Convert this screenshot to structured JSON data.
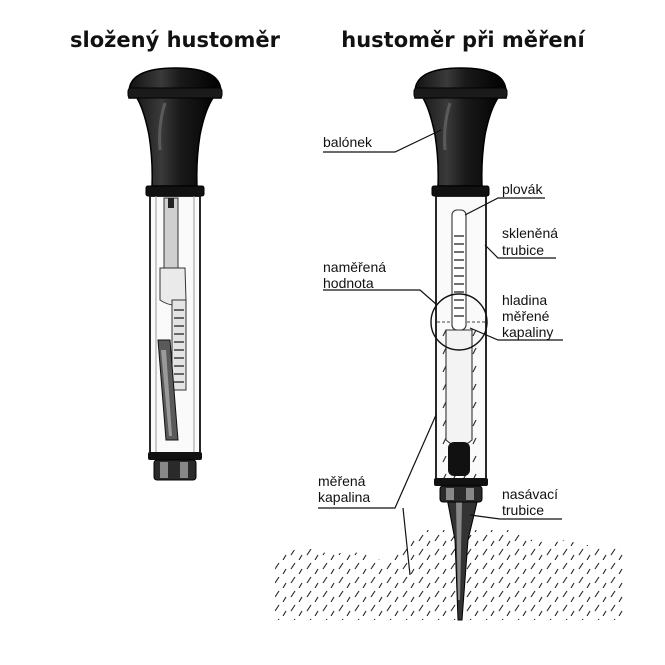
{
  "titles": {
    "left": "složený hustoměr",
    "right": "hustoměr při měření"
  },
  "labels": {
    "balonek": "balónek",
    "plovak": "plovák",
    "sklenena_1": "skleněná",
    "sklenena_2": "trubice",
    "namerena_1": "naměřená",
    "namerena_2": "hodnota",
    "hladina_1": "hladina",
    "hladina_2": "měřené",
    "hladina_3": "kapaliny",
    "merena_1": "měřená",
    "merena_2": "kapalina",
    "nasavaci_1": "nasávací",
    "nasavaci_2": "trubice"
  }
}
